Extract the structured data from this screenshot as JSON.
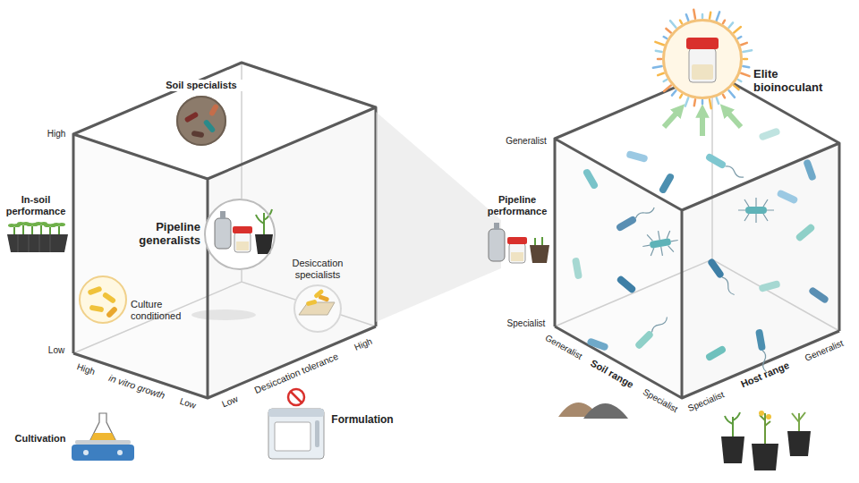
{
  "diagram": {
    "nodes": [
      {
        "text": [
          "Soil specialists"
        ]
      },
      {
        "text": [
          "Pipeline generalists"
        ]
      },
      {
        "text": [
          "Culture conditioned"
        ]
      },
      {
        "text": [
          "Desiccation specialists"
        ]
      },
      {
        "text": [
          "Elite bioinoculant"
        ]
      }
    ],
    "labels": [
      "High",
      "In-soil performance",
      "Low",
      "High",
      "in vitro growth",
      "Low",
      "Cultivation",
      "Low",
      "Desiccation tolerance",
      "High",
      "Formulation",
      "Pipeline performance",
      "Generalist",
      "Specialist",
      "Generalist",
      "Soil range",
      "Specialist",
      "Specialist",
      "Host range",
      "Generalist"
    ]
  }
}
